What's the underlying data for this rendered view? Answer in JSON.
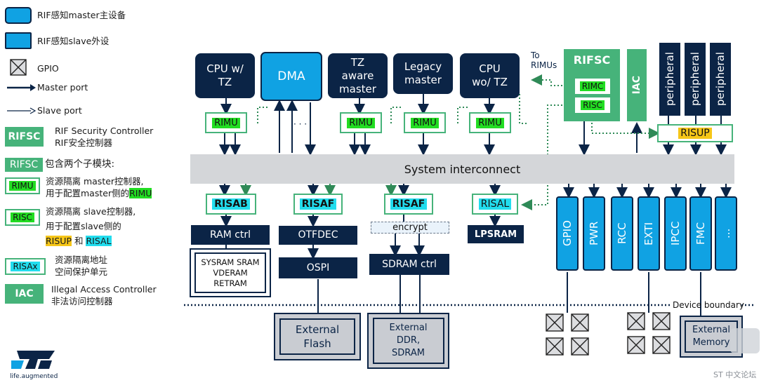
{
  "legend": {
    "master_label": "RIF感知master主设备",
    "slave_label": "RIF感知slave外设",
    "gpio_label": "GPIO",
    "master_port_label": "Master port",
    "slave_port_label": "Slave port",
    "rifsc_tag": "RIFSC",
    "rifsc_desc1": "RIF Security Controller",
    "rifsc_desc2": "RIF安全控制器",
    "rifsc_sub_tag": "RIFSC",
    "rifsc_sub_desc": "包含两个子模块:",
    "rimu_tag": "RIMU",
    "rimu_desc1": "资源隔离 master控制器,",
    "rimu_desc2": "用于配置master侧的",
    "rimu_desc2_hl": "RIMU",
    "risc_tag": "RISC",
    "risc_desc1": "资源隔离 slave控制器,",
    "risc_desc2": "用于配置slave侧的",
    "risc_desc3_a": "RISUP",
    "risc_desc3_and": "和",
    "risc_desc3_b": "RISAL",
    "risax_tag": "RISAx",
    "risax_desc1": "资源隔离地址",
    "risax_desc2": "空间保护单元",
    "iac_tag": "IAC",
    "iac_desc1": "Illegal Access Controller",
    "iac_desc2": "非法访问控制器"
  },
  "logo": {
    "brand": "ST",
    "tagline": "life.augmented"
  },
  "masters": {
    "cpu_tz": "CPU w/\nTZ",
    "dma": "DMA",
    "tz_aware": "TZ\naware\nmaster",
    "legacy": "Legacy\nmaster",
    "cpu_wo_tz": "CPU\nwo/ TZ",
    "dots": "· · ·",
    "rimu": "RIMU"
  },
  "rifsc": {
    "title": "RIFSC",
    "rimc": "RIMC",
    "risc": "RISC",
    "to_rimus": "To\nRIMUs",
    "iac": "IAC"
  },
  "peripherals_top": [
    "peripheral",
    "peripheral",
    "peripheral"
  ],
  "risup": "RISUP",
  "bus": "System interconnect",
  "slaves": {
    "risab": "RISAB",
    "risaf1": "RISAF",
    "risaf2": "RISAF",
    "risal": "RISAL",
    "ram_ctrl": "RAM ctrl",
    "sysram": "SYSRAM SRAM\nVDERAM\nRETRAM",
    "otfdec": "OTFDEC",
    "ospi": "OSPI",
    "encrypt": "encrypt",
    "sdram_ctrl": "SDRAM ctrl",
    "lpsram": "LPSRAM"
  },
  "peripherals_bottom": [
    "GPIO",
    "PWR",
    "RCC",
    "EXTI",
    "IPCC",
    "FMC",
    "..."
  ],
  "device_boundary": "Device boundary",
  "external": {
    "flash": "External\nFlash",
    "ddr": "External\nDDR,\nSDRAM",
    "memory": "External\nMemory"
  },
  "watermark": "ST 中文论坛",
  "colors": {
    "navy": "#0b2446",
    "cyan": "#10a2e3",
    "green": "#46b37a",
    "lime_highlight": "#22dd22",
    "aqua_highlight": "#22ddee",
    "yellow_highlight": "#f6c618",
    "interconnect": "#d4d6d9",
    "external_gray": "#c9ccd2"
  }
}
